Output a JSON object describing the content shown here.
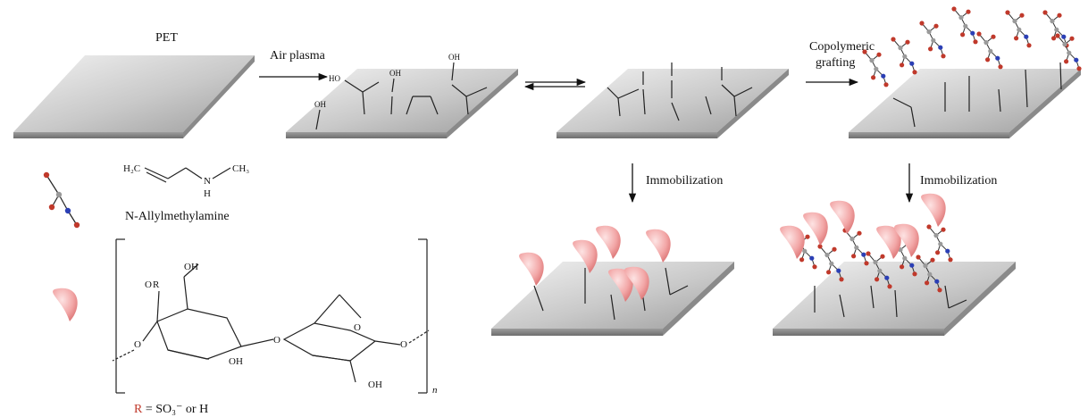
{
  "labels": {
    "pet": "PET",
    "air_plasma": "Air plasma",
    "copolymeric_line1": "Copolymeric",
    "copolymeric_line2": "grafting",
    "immobilization_1": "Immobilization",
    "immobilization_2": "Immobilization",
    "nallyl_name": "N-Allylmethylamine",
    "nallyl_h2c": "H₂C",
    "nallyl_n": "N",
    "nallyl_h": "H",
    "nallyl_ch3": "CH₃",
    "carrageenan_r": "R",
    "carrageenan_o_top": "O",
    "carrageenan_oh_top": "OH",
    "carrageenan_oh_bottom_left": "OH",
    "carrageenan_oh_bottom_right": "OH",
    "carrageenan_o": "O",
    "carrageenan_n": "n",
    "r_def_r": "R",
    "r_def_rest": " = SO₃⁻ or H",
    "s2_ho": "HO",
    "s2_oh1": "OH",
    "s2_oh2": "OH",
    "s2_oh3": "OH"
  },
  "colors": {
    "sheet_light": "#e6e6e6",
    "sheet_dark": "#9a9a9a",
    "edge": "#7a7a7a",
    "drop_light": "#f8c9c9",
    "drop_dark": "#e27c7c",
    "atom_c": "#9a9a9a",
    "atom_o": "#c0392b",
    "atom_n": "#2b3fb5",
    "r_red": "#c0392b"
  }
}
